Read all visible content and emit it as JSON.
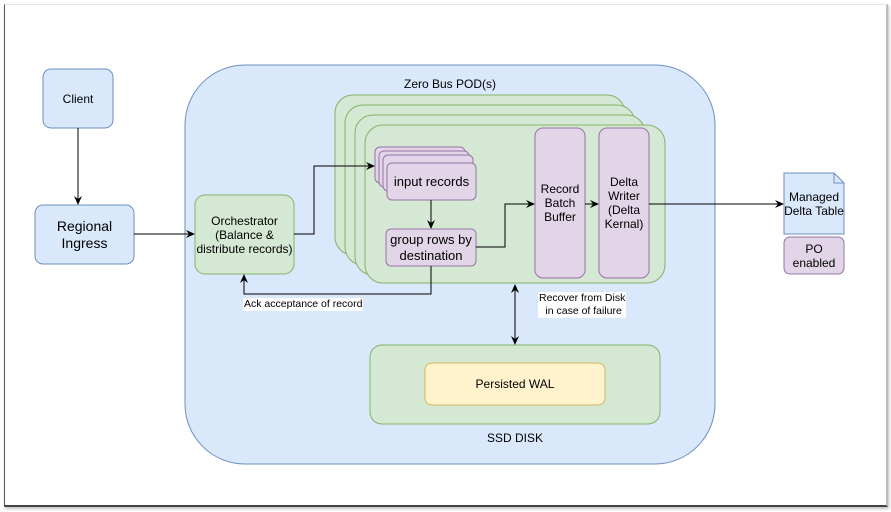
{
  "diagram": {
    "nodes": {
      "client": "Client",
      "regional_ingress": "Regional Ingress",
      "zero_bus_pod_container": "Zero Bus POD(s)",
      "orchestrator": "Orchestrator (Balance & distribute records)",
      "input_records": "input records",
      "group_rows": "group rows by destination",
      "record_batch_buffer": "Record Batch Buffer",
      "delta_writer": "Delta Writer (Delta Kernal)",
      "managed_delta_table": "Managed Delta Table",
      "po_enabled": "PO enabled",
      "persisted_wal": "Persisted WAL",
      "ssd_disk": "SSD DISK"
    },
    "edge_labels": {
      "ack": "Ack acceptance of record",
      "recover": "Recover from Disk\n in case of failure"
    },
    "edges": [
      {
        "from": "client",
        "to": "regional_ingress"
      },
      {
        "from": "regional_ingress",
        "to": "orchestrator"
      },
      {
        "from": "orchestrator",
        "to": "input_records"
      },
      {
        "from": "input_records",
        "to": "group_rows"
      },
      {
        "from": "group_rows",
        "to": "record_batch_buffer"
      },
      {
        "from": "record_batch_buffer",
        "to": "delta_writer"
      },
      {
        "from": "delta_writer",
        "to": "managed_delta_table"
      },
      {
        "from": "group_rows",
        "to": "orchestrator",
        "label": "ack"
      },
      {
        "from": "ssd_disk",
        "to": "zero_bus_pod",
        "label": "recover",
        "bidirectional": true
      }
    ],
    "colors": {
      "blue_fill": "#dae8fc",
      "blue_stroke": "#6c8ebf",
      "green_fill": "#d5e8d4",
      "green_stroke": "#82b366",
      "purple_fill": "#e1d5e7",
      "purple_stroke": "#9673a6",
      "yellow_fill": "#fff2cc",
      "yellow_stroke": "#d6b656"
    }
  }
}
